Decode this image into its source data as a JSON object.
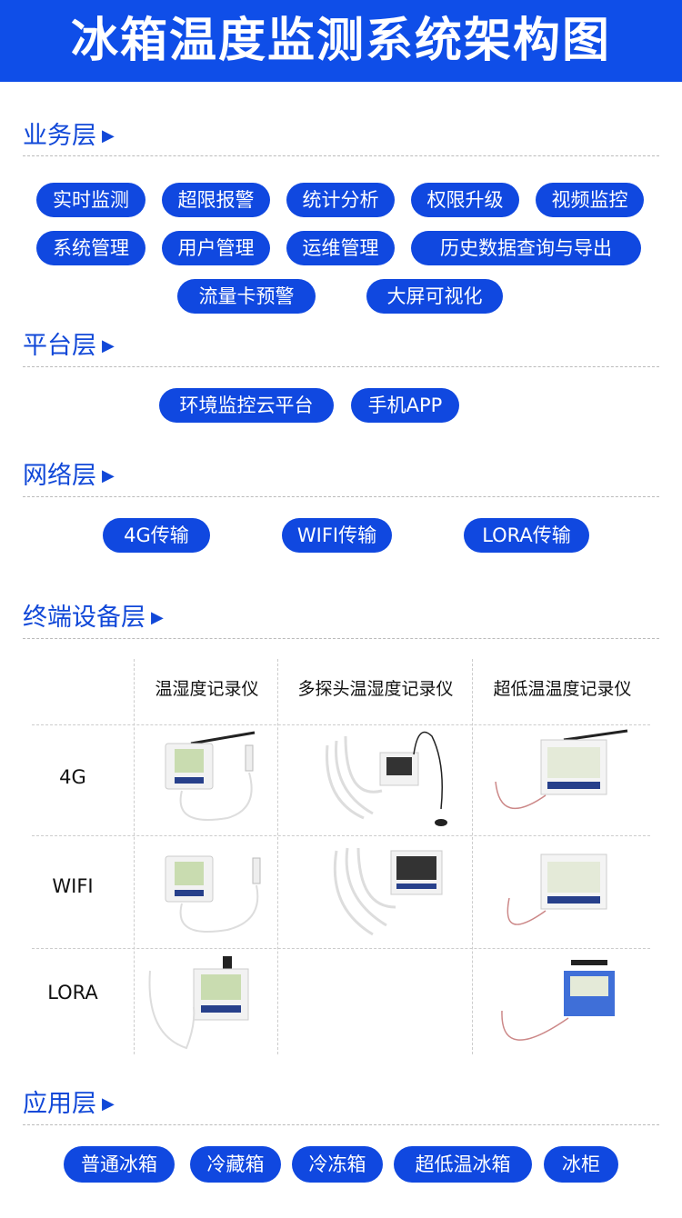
{
  "title": "冰箱温度监测系统架构图",
  "colors": {
    "primary": "#1048e0"
  },
  "layers": {
    "business": {
      "label": "业务层",
      "items": [
        "实时监测",
        "超限报警",
        "统计分析",
        "权限升级",
        "视频监控",
        "系统管理",
        "用户管理",
        "运维管理",
        "历史数据查询与导出",
        "流量卡预警",
        "大屏可视化"
      ]
    },
    "platform": {
      "label": "平台层",
      "items": [
        "环境监控云平台",
        "手机APP"
      ]
    },
    "network": {
      "label": "网络层",
      "items": [
        "4G传输",
        "WIFI传输",
        "LORA传输"
      ]
    },
    "terminal": {
      "label": "终端设备层",
      "columns": [
        "温湿度记录仪",
        "多探头温湿度记录仪",
        "超低温温度记录仪"
      ],
      "rows": [
        "4G",
        "WIFI",
        "LORA"
      ]
    },
    "application": {
      "label": "应用层",
      "items": [
        "普通冰箱",
        "冷藏箱",
        "冷冻箱",
        "超低温冰箱",
        "冰柜"
      ]
    }
  },
  "arrow_icon": "triangle-right-icon"
}
